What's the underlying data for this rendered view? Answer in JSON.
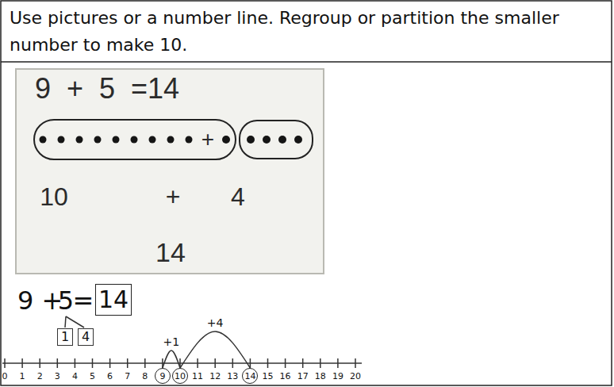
{
  "diagram": {
    "nodes": [
      {
        "text": [
          "+"
        ]
      },
      {
        "text": [
          "14"
        ]
      },
      {
        "text": [
          "1"
        ]
      },
      {
        "text": [
          "4"
        ]
      },
      {
        "text": [
          "9"
        ]
      },
      {
        "text": [
          "10"
        ]
      },
      {
        "text": [
          "14"
        ]
      }
    ],
    "edges": [
      {
        "from": 4,
        "to": 5,
        "label": "+1",
        "arrow": "none"
      },
      {
        "from": 5,
        "to": 6,
        "label": "+4",
        "arrow": "none"
      }
    ],
    "labels": [
      "Use pictures or a number line. Regroup or partition the smaller number to make 10.",
      "9 + 5 =14",
      "10",
      "+",
      "4",
      "14",
      "9 +",
      "5",
      "=",
      "0",
      "1",
      "2",
      "3",
      "4",
      "5",
      "6",
      "7",
      "8",
      "11",
      "12",
      "13",
      "15",
      "16",
      "17",
      "18",
      "19",
      "20"
    ]
  }
}
